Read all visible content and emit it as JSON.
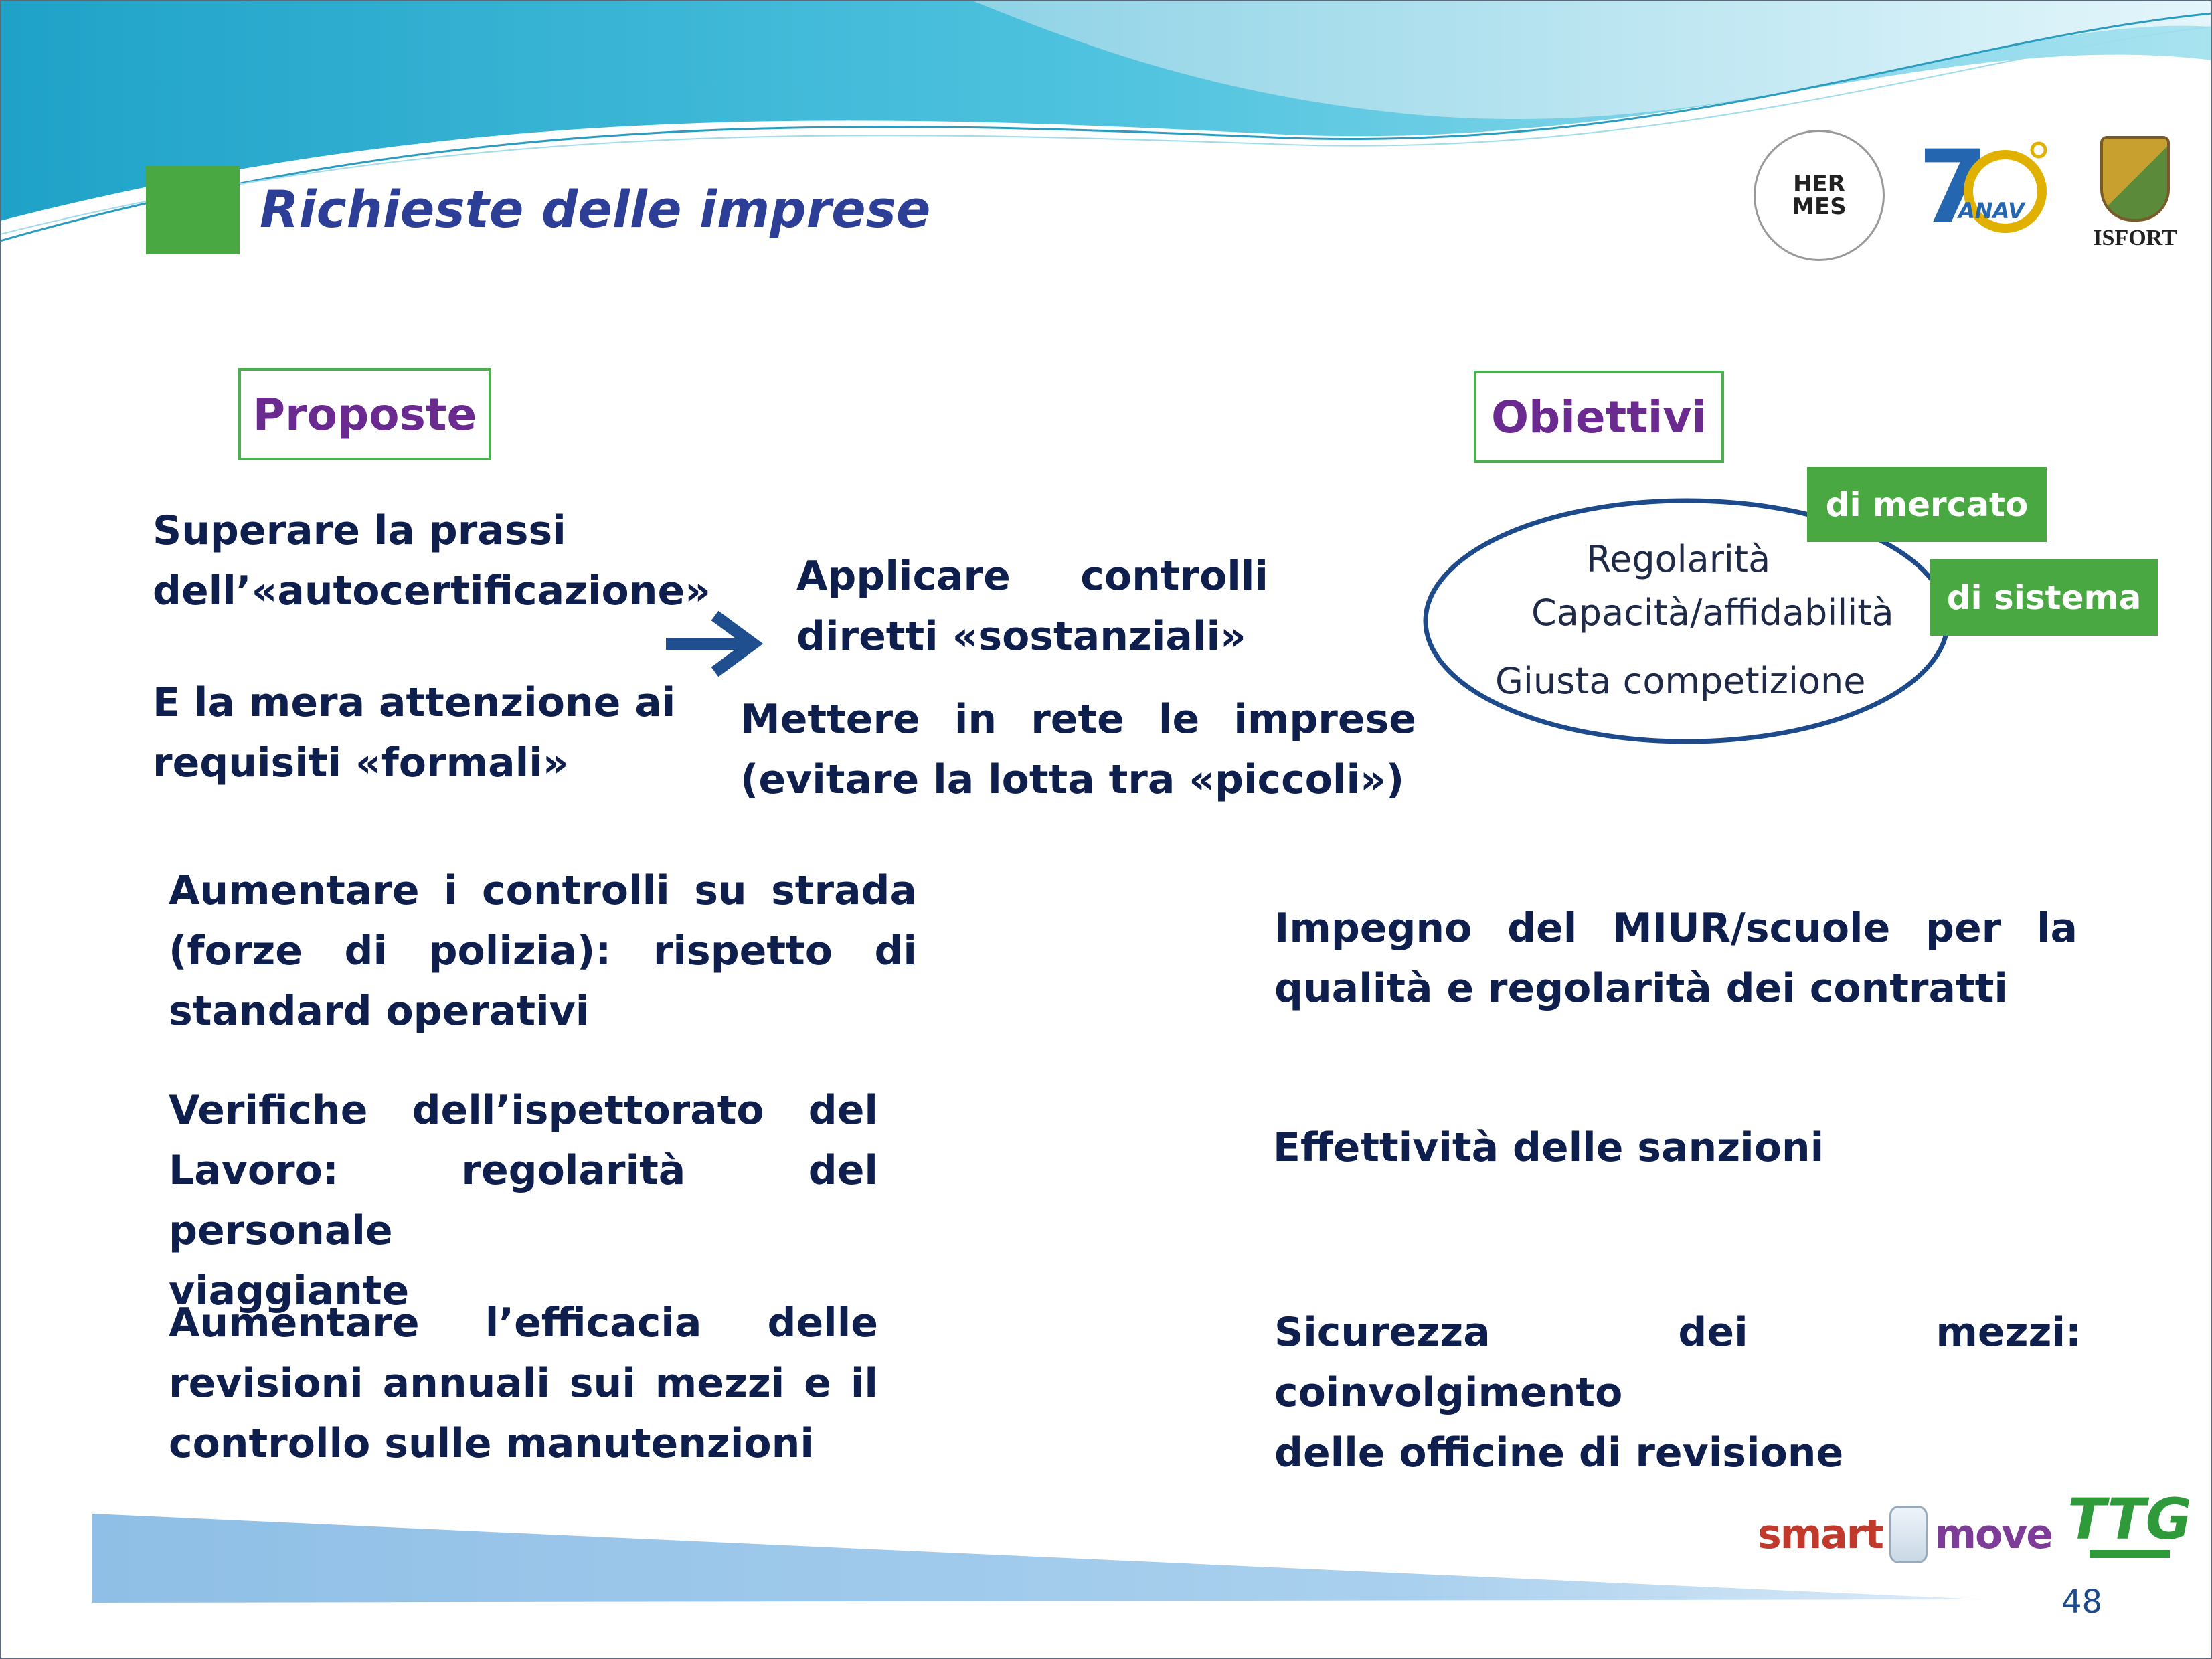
{
  "slide": {
    "title": "Richieste delle imprese",
    "page_number": "48"
  },
  "logos": {
    "hermes": "HER MES",
    "anav": "ANAV",
    "isfort": "ISFORT",
    "smart": "smart",
    "move": "move",
    "ttg": "TTG"
  },
  "proposte": {
    "header": "Proposte",
    "items": [
      [
        "Superare la prassi",
        "dell’«autocertificazione»"
      ],
      [
        "E la mera attenzione ai",
        "requisiti «formali»"
      ]
    ],
    "result": [
      "Applicare controlli",
      "diretti «sostanziali»"
    ],
    "network": [
      "Mettere in rete le imprese",
      "(evitare la lotta tra «piccoli»)"
    ],
    "controls": [
      [
        "Aumentare i controlli su strada",
        "(forze di polizia): rispetto di",
        "standard operativi"
      ],
      [
        "Verifiche dell’ispettorato del",
        "Lavoro: regolarità del personale",
        "viaggiante"
      ],
      [
        "Aumentare l’efficacia delle",
        "revisioni annuali sui mezzi e il",
        "controllo sulle manutenzioni"
      ]
    ]
  },
  "obiettivi": {
    "header": "Obiettivi",
    "tag_mercato": "di mercato",
    "tag_sistema": "di sistema",
    "oval": [
      "Regolarità",
      "Capacità/affidabilità",
      "Giusta competizione"
    ],
    "items": [
      [
        "Impegno del MIUR/scuole per la",
        "qualità e regolarità dei contratti"
      ],
      [
        "Effettività delle sanzioni"
      ],
      [
        "Sicurezza dei mezzi: coinvolgimento",
        "delle officine di revisione"
      ]
    ]
  },
  "colors": {
    "accent_green": "#49a842",
    "title_blue": "#2c3e95",
    "header_purple": "#6a2a8f",
    "text_navy": "#0f1f4d",
    "arrow_blue": "#1f4f8f"
  }
}
